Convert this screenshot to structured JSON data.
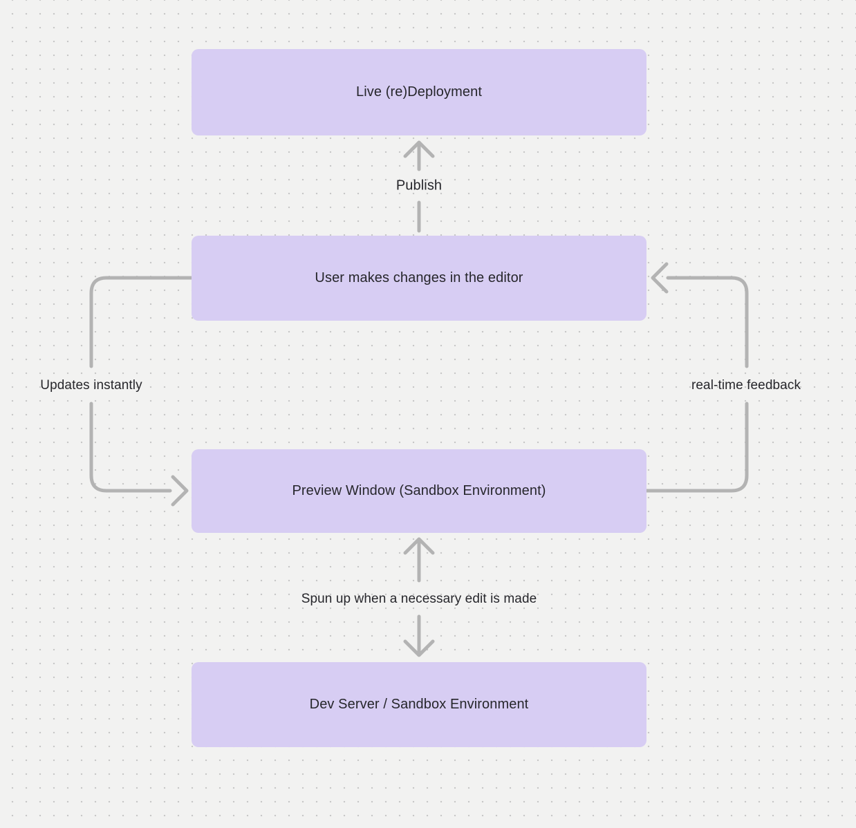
{
  "diagram": {
    "type": "flowchart",
    "background_color": "#f2f2f1",
    "dot_grid_color": "#c7c7c7",
    "node_fill_color": "#d7cdf3",
    "arrow_color": "#b3b3b3",
    "text_color": "#26262b"
  },
  "nodes": [
    {
      "id": "live-redeployment",
      "label": "Live (re)Deployment"
    },
    {
      "id": "user-changes",
      "label": "User makes changes in the editor"
    },
    {
      "id": "preview-window",
      "label": "Preview Window (Sandbox Environment)"
    },
    {
      "id": "dev-server",
      "label": "Dev Server / Sandbox Environment"
    }
  ],
  "edges": [
    {
      "id": "publish",
      "label": "Publish",
      "from": "user-changes",
      "to": "live-redeployment",
      "direction": "up"
    },
    {
      "id": "updates-instantly",
      "label": "Updates instantly",
      "from": "user-changes",
      "to": "preview-window",
      "direction": "left-down"
    },
    {
      "id": "real-time-feedback",
      "label": "real-time feedback",
      "from": "preview-window",
      "to": "user-changes",
      "direction": "right-up"
    },
    {
      "id": "spun-up",
      "label": "Spun up when a necessary edit is made",
      "from": "dev-server",
      "to": "preview-window",
      "direction": "both"
    }
  ]
}
